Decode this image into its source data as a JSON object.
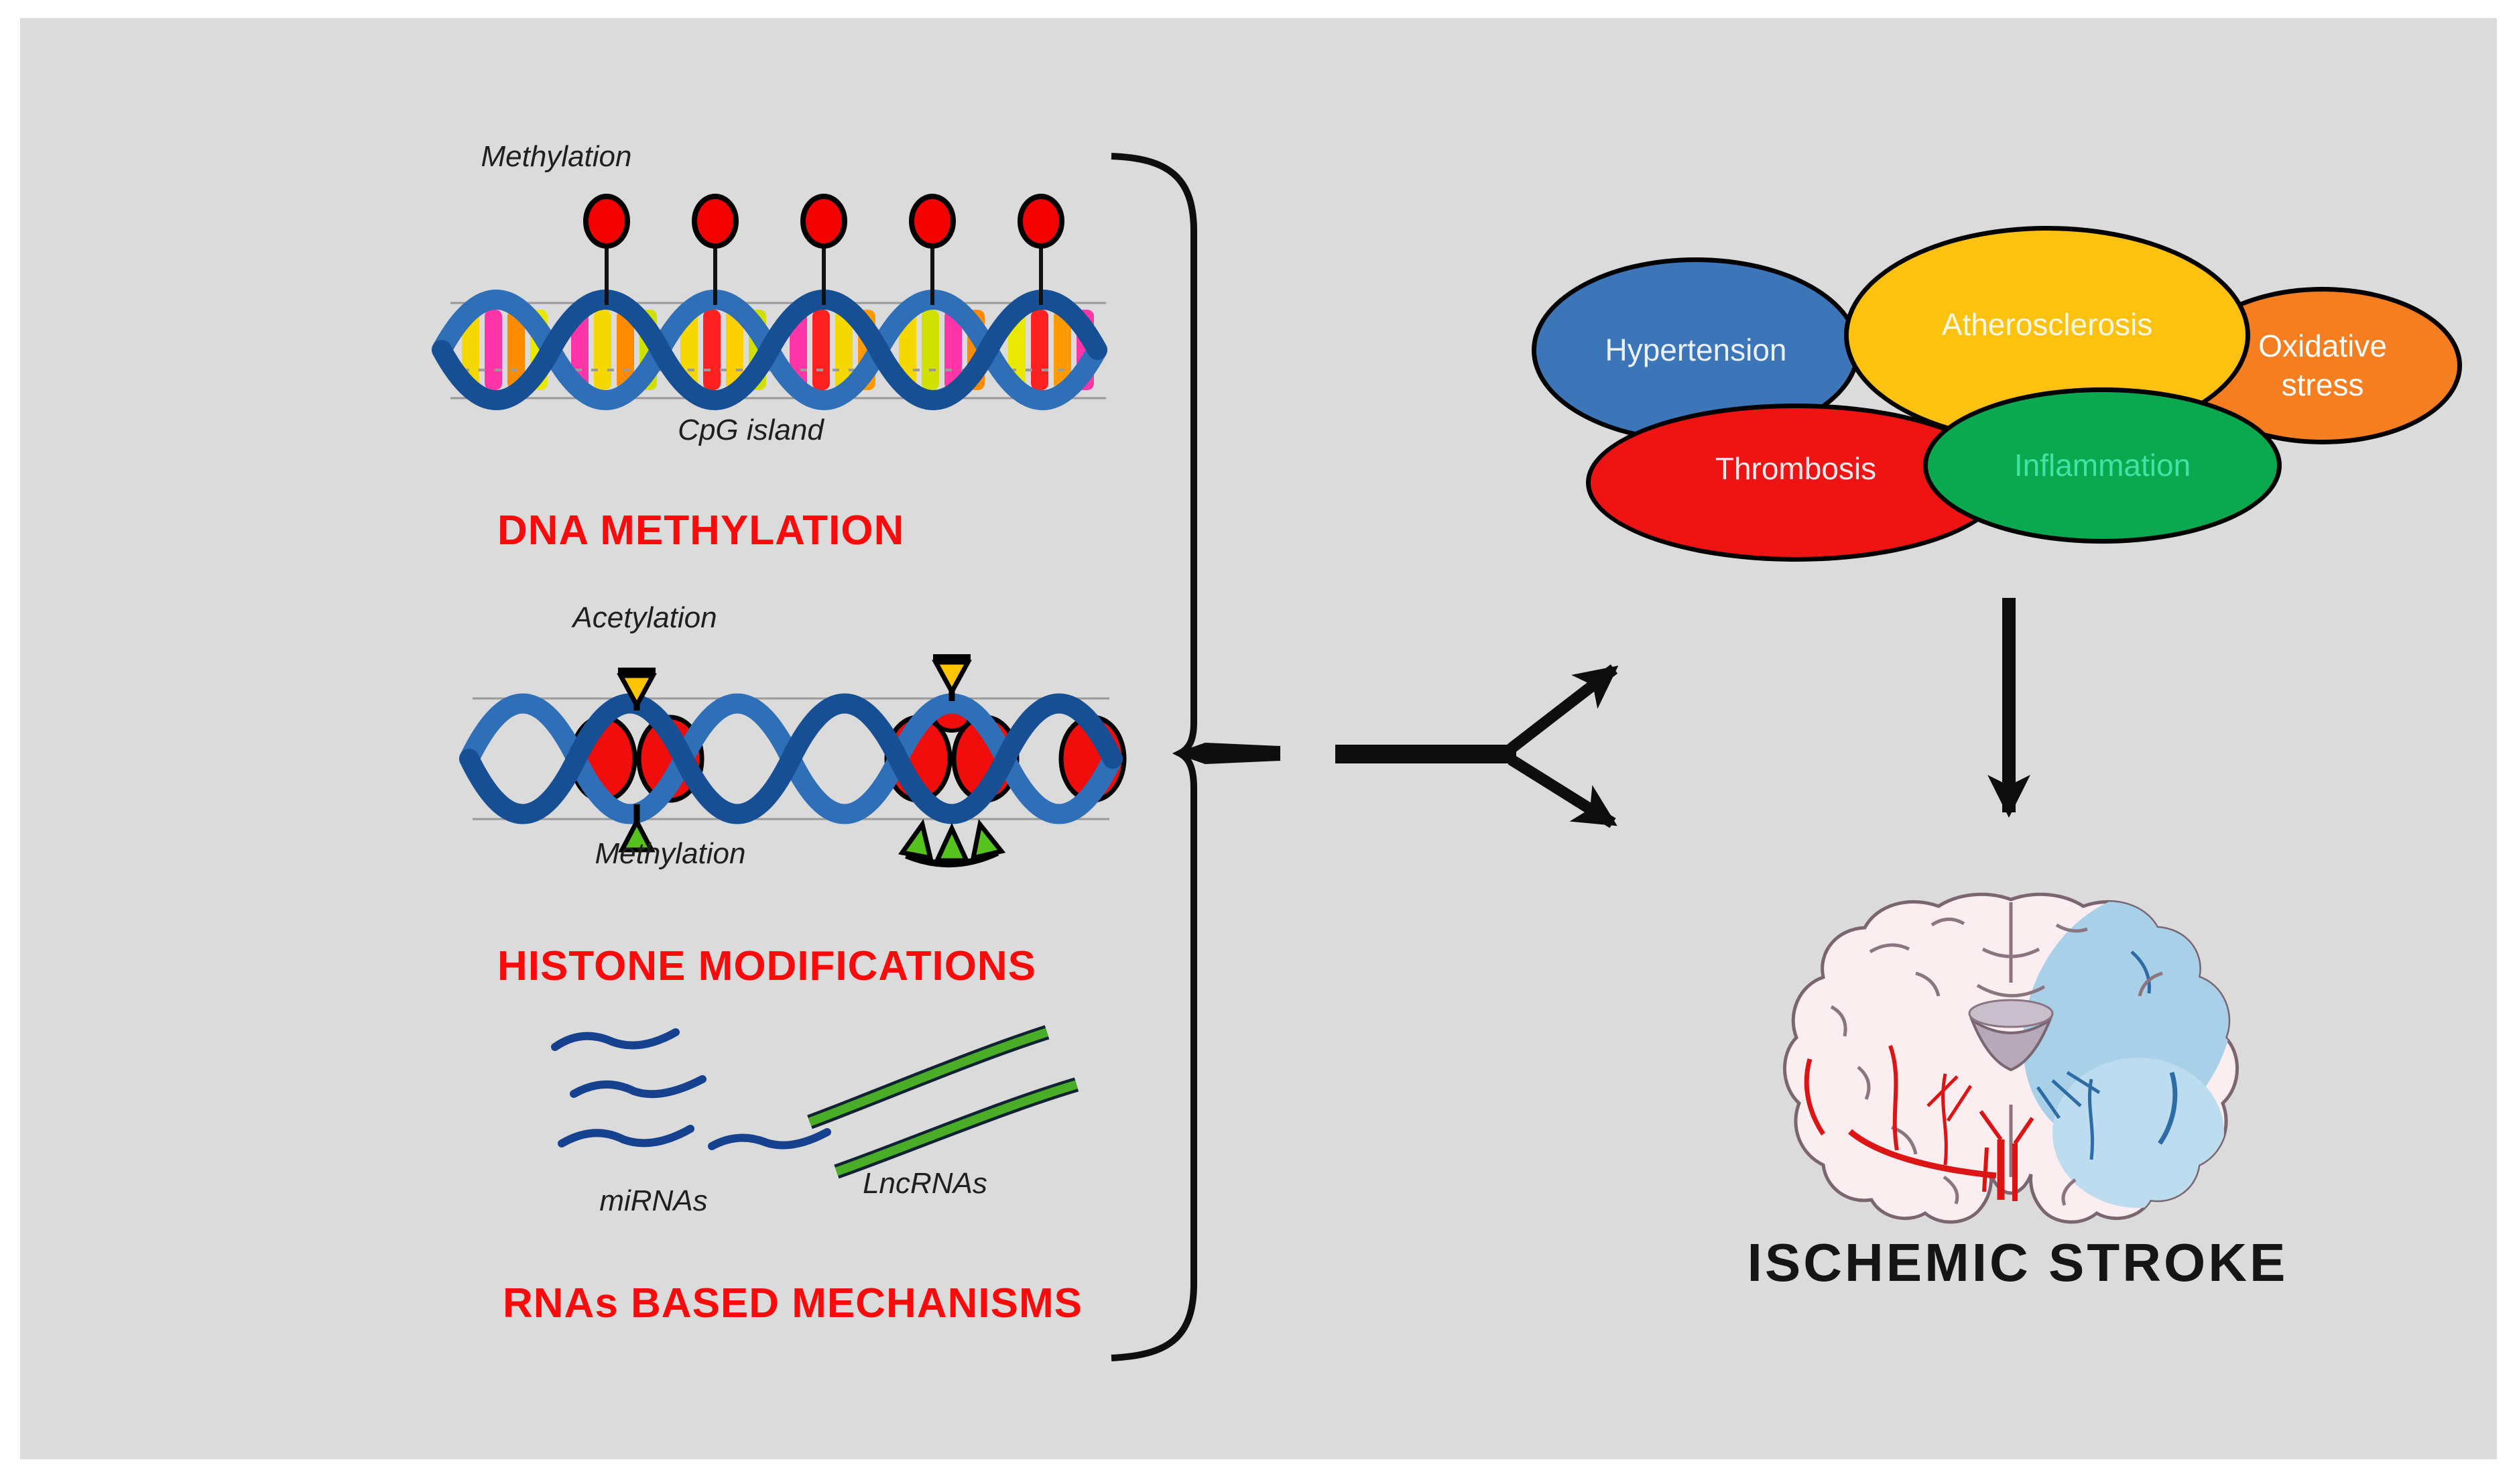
{
  "figure": {
    "background": "#ffffff",
    "panel_bg": "#dbdbdb",
    "accent_red": "#fa0a0a"
  },
  "epigenetics": {
    "methylation_top": "Methylation",
    "cpg_island": "CpG island",
    "heading_dna": "DNA METHYLATION",
    "acetylation": "Acetylation",
    "methylation_bottom": "Methylation",
    "heading_histone": "HISTONE MODIFICATIONS",
    "mirnas": "miRNAs",
    "lncrnas": "LncRNAs",
    "heading_rna": "RNAs BASED MECHANISMS"
  },
  "risk_factors": {
    "hypertension": {
      "label": "Hypertension",
      "fill": "#3c76b9",
      "text": "#e9f1fb"
    },
    "atherosclerosis": {
      "label": "Atherosclerosis",
      "fill": "#fdc110",
      "text": "#fcf8e6"
    },
    "oxidative": {
      "label": "Oxidative stress",
      "fill": "#f57e20",
      "text": "#ffffff"
    },
    "thrombosis": {
      "label": "Thrombosis",
      "fill": "#ee1414",
      "text": "#ffe8ea"
    },
    "inflammation": {
      "label": "Inflammation",
      "fill": "#0ba94f",
      "text": "#41e3a5"
    }
  },
  "outcome": {
    "label": "ISCHEMIC STROKE",
    "color": "#151515"
  }
}
